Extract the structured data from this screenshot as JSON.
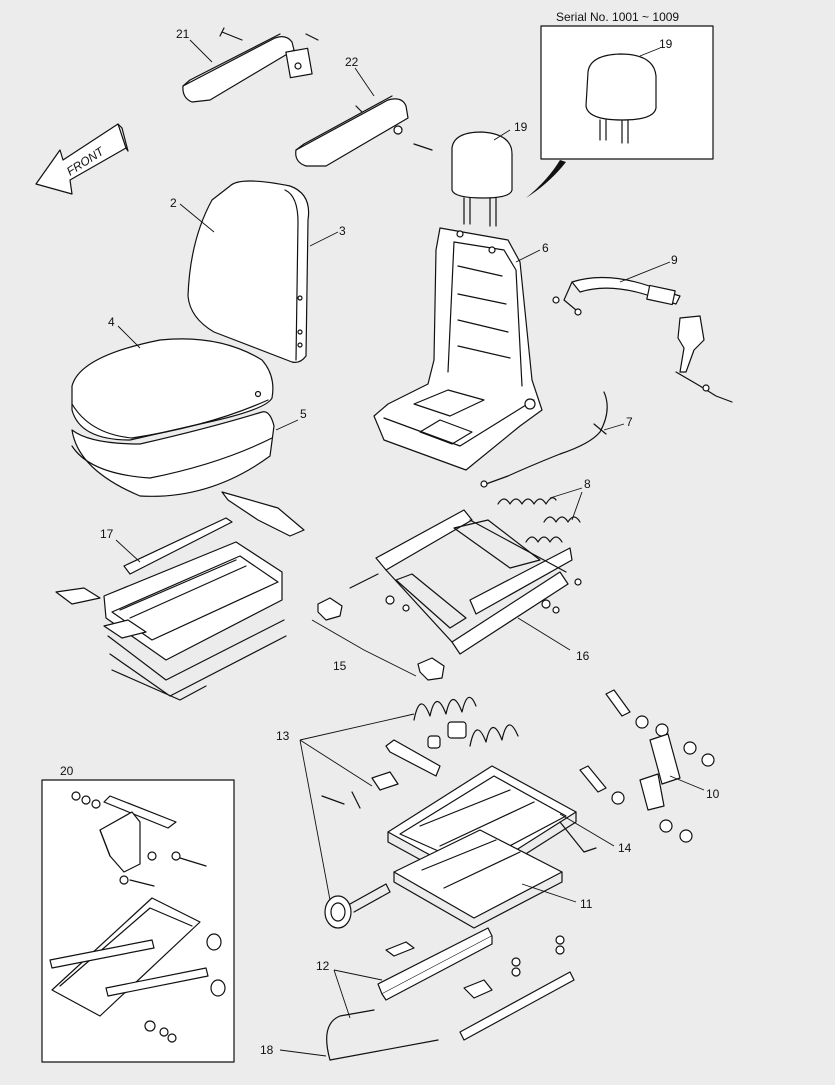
{
  "serial_note": "Serial No. 1001 ~ 1009",
  "direction_label": "FRONT",
  "callouts": {
    "c21": "21",
    "c22": "22",
    "c19a": "19",
    "c19b": "19",
    "c2": "2",
    "c3": "3",
    "c4": "4",
    "c5": "5",
    "c6": "6",
    "c7": "7",
    "c8": "8",
    "c9": "9",
    "c10": "10",
    "c11": "11",
    "c12": "12",
    "c13": "13",
    "c14": "14",
    "c15": "15",
    "c16": "16",
    "c17": "17",
    "c18": "18",
    "c20": "20"
  }
}
